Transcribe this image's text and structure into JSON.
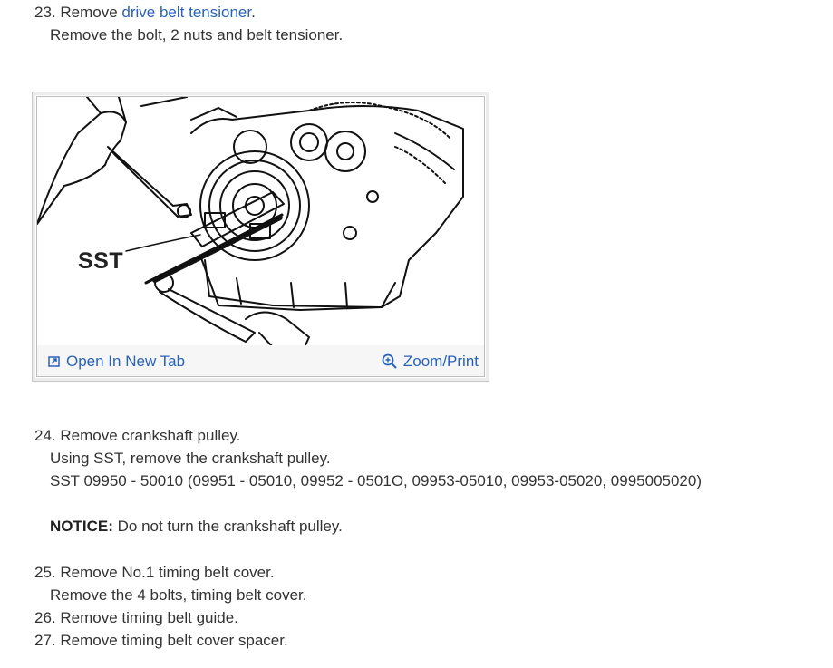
{
  "steps": {
    "s23": {
      "num": "23.",
      "prefix": "Remove ",
      "link": "drive belt tensioner",
      "suffix": ".",
      "detail": "Remove the bolt, 2 nuts and belt tensioner."
    },
    "figure": {
      "label": "SST",
      "open_tab": "Open In New Tab",
      "zoom_print": "Zoom/Print"
    },
    "s24": {
      "title": "24. Remove crankshaft pulley.",
      "detail1": "Using SST, remove the crankshaft pulley.",
      "detail2": "SST 09950 - 50010 (09951 - 05010, 09952 - 0501O, 09953-05010, 09953-05020, 0995005020)",
      "notice_label": "NOTICE:",
      "notice_text": " Do not turn the crankshaft pulley."
    },
    "s25": {
      "title": "25. Remove No.1 timing belt cover.",
      "detail": "Remove the 4 bolts, timing belt cover."
    },
    "s26": {
      "title": "26. Remove timing belt guide."
    },
    "s27": {
      "title": "27. Remove timing belt cover spacer."
    }
  }
}
